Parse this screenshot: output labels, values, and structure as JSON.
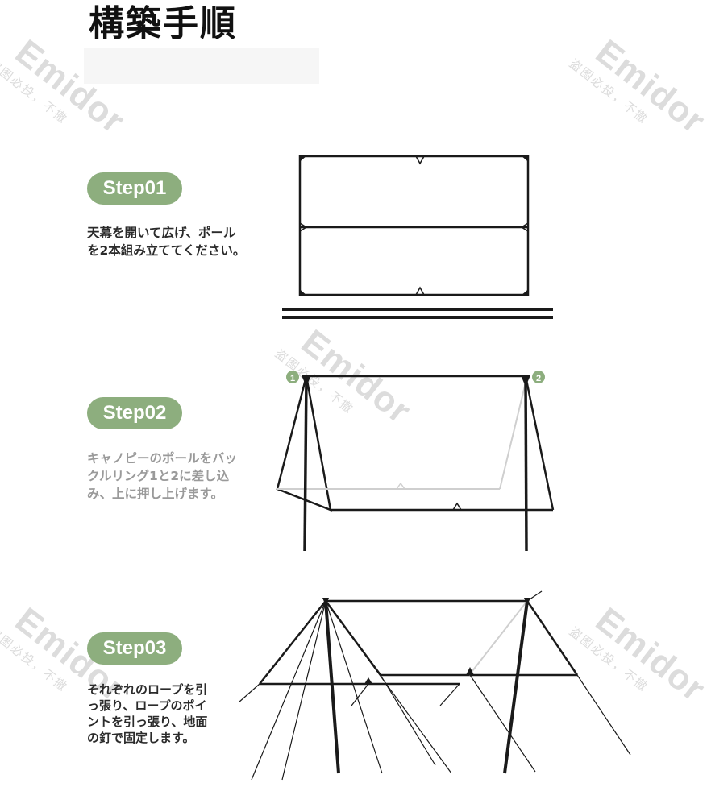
{
  "page": {
    "title": "構築手順",
    "watermark": {
      "brand": "Emidor",
      "note": "盗图必投，不撤"
    }
  },
  "steps": [
    {
      "label": "Step01",
      "text": "天幕を開いて広げ、ポール\nを2本組み立ててください。",
      "tone": "dark"
    },
    {
      "label": "Step02",
      "text": "キャノピーのポールをバッ\nクルリング1と2に差し込\nみ、上に押し上げます。",
      "tone": "gray"
    },
    {
      "label": "Step03",
      "text": "それぞれのロープを引\nっ張り、ロープのポイ\nントを引っ張り、地面\nの釘で固定します。",
      "tone": "dark"
    }
  ],
  "markers": {
    "ring1": "1",
    "ring2": "2"
  },
  "colors": {
    "pill": "#8dae7e",
    "line": "#1a1a1a",
    "faint": "#c8c8c8"
  }
}
